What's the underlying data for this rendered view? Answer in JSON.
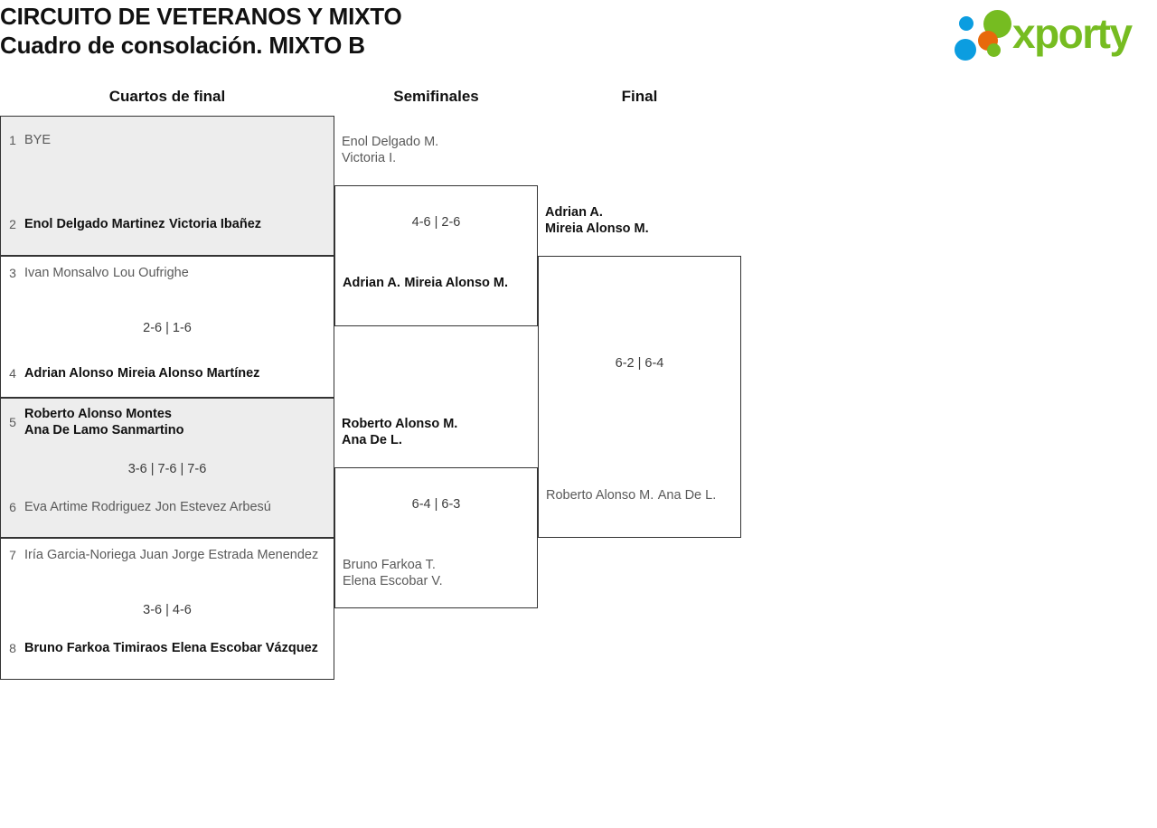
{
  "header": {
    "title_line1": "CIRCUITO DE VETERANOS Y MIXTO",
    "title_line2": "Cuadro de consolación. MIXTO B",
    "logo_wordmark": "xporty",
    "logo_colors": {
      "green": "#76bc21",
      "blue": "#0b9de0",
      "orange": "#e8690b"
    }
  },
  "rounds": [
    {
      "label": "Cuartos de final"
    },
    {
      "label": "Semifinales"
    },
    {
      "label": "Final"
    }
  ],
  "quarterfinals": [
    {
      "score": "",
      "top": {
        "seed": "1",
        "player1": "BYE",
        "player2": "",
        "winner": false
      },
      "bottom": {
        "seed": "2",
        "player1": "Enol Delgado Martinez",
        "player2": "Victoria Ibañez",
        "winner": true
      }
    },
    {
      "score": "2-6 | 1-6",
      "top": {
        "seed": "3",
        "player1": "Ivan Monsalvo",
        "player2": "Lou Oufrighe",
        "winner": false
      },
      "bottom": {
        "seed": "4",
        "player1": "Adrian Alonso",
        "player2": "Mireia Alonso Martínez",
        "winner": true
      }
    },
    {
      "score": "3-6 | 7-6 | 7-6",
      "top": {
        "seed": "5",
        "player1": "Roberto Alonso Montes",
        "player2": "Ana De Lamo Sanmartino",
        "winner": true
      },
      "bottom": {
        "seed": "6",
        "player1": "Eva Artime Rodriguez",
        "player2": "Jon Estevez Arbesú",
        "winner": false
      }
    },
    {
      "score": "3-6 | 4-6",
      "top": {
        "seed": "7",
        "player1": "Iría Garcia-Noriega",
        "player2": "Juan Jorge Estrada Menendez",
        "winner": false
      },
      "bottom": {
        "seed": "8",
        "player1": "Bruno Farkoa Timiraos",
        "player2": "Elena Escobar Vázquez",
        "winner": true
      }
    }
  ],
  "semifinals": [
    {
      "score": "4-6 | 2-6",
      "top": {
        "player1": "Enol Delgado M.",
        "player2": "Victoria I.",
        "winner": false
      },
      "bottom": {
        "player1": "Adrian A.",
        "player2": "Mireia Alonso M.",
        "winner": true
      }
    },
    {
      "score": "6-4 | 6-3",
      "top": {
        "player1": "Roberto Alonso M.",
        "player2": "Ana De L.",
        "winner": true
      },
      "bottom": {
        "player1": "Bruno Farkoa T.",
        "player2": "Elena Escobar V.",
        "winner": false
      }
    }
  ],
  "final": {
    "score": "6-2 | 6-4",
    "top": {
      "player1": "Adrian A.",
      "player2": "Mireia Alonso M.",
      "winner": true
    },
    "bottom": {
      "player1": "Roberto Alonso M.",
      "player2": "Ana De L.",
      "winner": false
    }
  }
}
